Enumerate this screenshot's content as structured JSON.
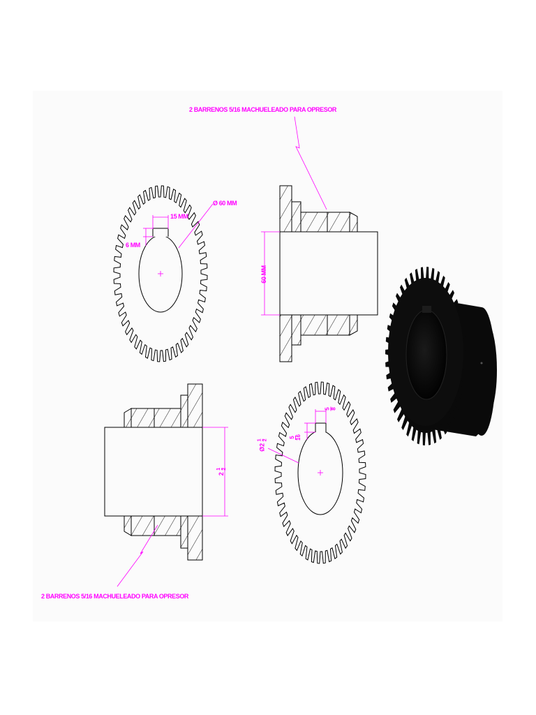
{
  "notes": {
    "top_note": "2 BARRENOS   5/16 MACHUELEADO PARA OPRESOR",
    "bottom_note": "2 BARRENOS   5/16 MACHUELEADO PARA OPRESOR"
  },
  "front_view_top": {
    "key_width": "15 MM",
    "key_depth": "6 MM",
    "bore_dia": "Ø 60 MM"
  },
  "section_top": {
    "bore_length": "60 MM"
  },
  "front_view_bottom": {
    "key_width_num": "5",
    "key_width_den": "8",
    "key_depth_num": "5",
    "key_depth_den": "16",
    "bore_prefix": "Ø2",
    "bore_num": "1",
    "bore_den": "2"
  },
  "section_bottom": {
    "length_whole": "2",
    "length_num": "1",
    "length_den": "2"
  },
  "colors": {
    "dimension": "#ff00ff",
    "outline": "#000000",
    "part_render": "#0a0a0a"
  }
}
